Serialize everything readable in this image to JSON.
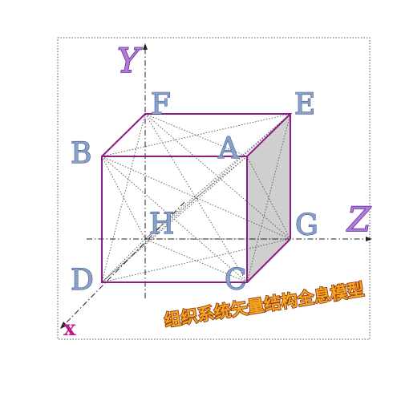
{
  "vertices": {
    "A": "A",
    "B": "B",
    "C": "C",
    "D": "D",
    "E": "E",
    "F": "F",
    "G": "G",
    "H": "H"
  },
  "axes": {
    "x": "x",
    "y": "Y",
    "z": "Z"
  },
  "caption": "组织系统矢量结构全息模型",
  "colors": {
    "cube_edge": "#8b1a8b",
    "side_face": "#cfcfcf",
    "axis_label": "#b07ad8",
    "vertex_label": "#8aa0c8",
    "caption_fill": "#f5a623"
  }
}
